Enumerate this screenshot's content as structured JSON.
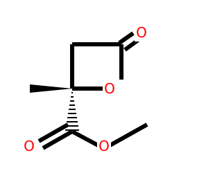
{
  "molecule": {
    "atoms": [
      {
        "id": "o_carbonyl_ring",
        "label": "O"
      },
      {
        "id": "o_ring",
        "label": "O"
      },
      {
        "id": "o_ester_carbonyl",
        "label": "O"
      },
      {
        "id": "o_ester",
        "label": "O"
      }
    ],
    "colors": {
      "bond": "#000000",
      "oxygen": "#ff0000"
    }
  }
}
